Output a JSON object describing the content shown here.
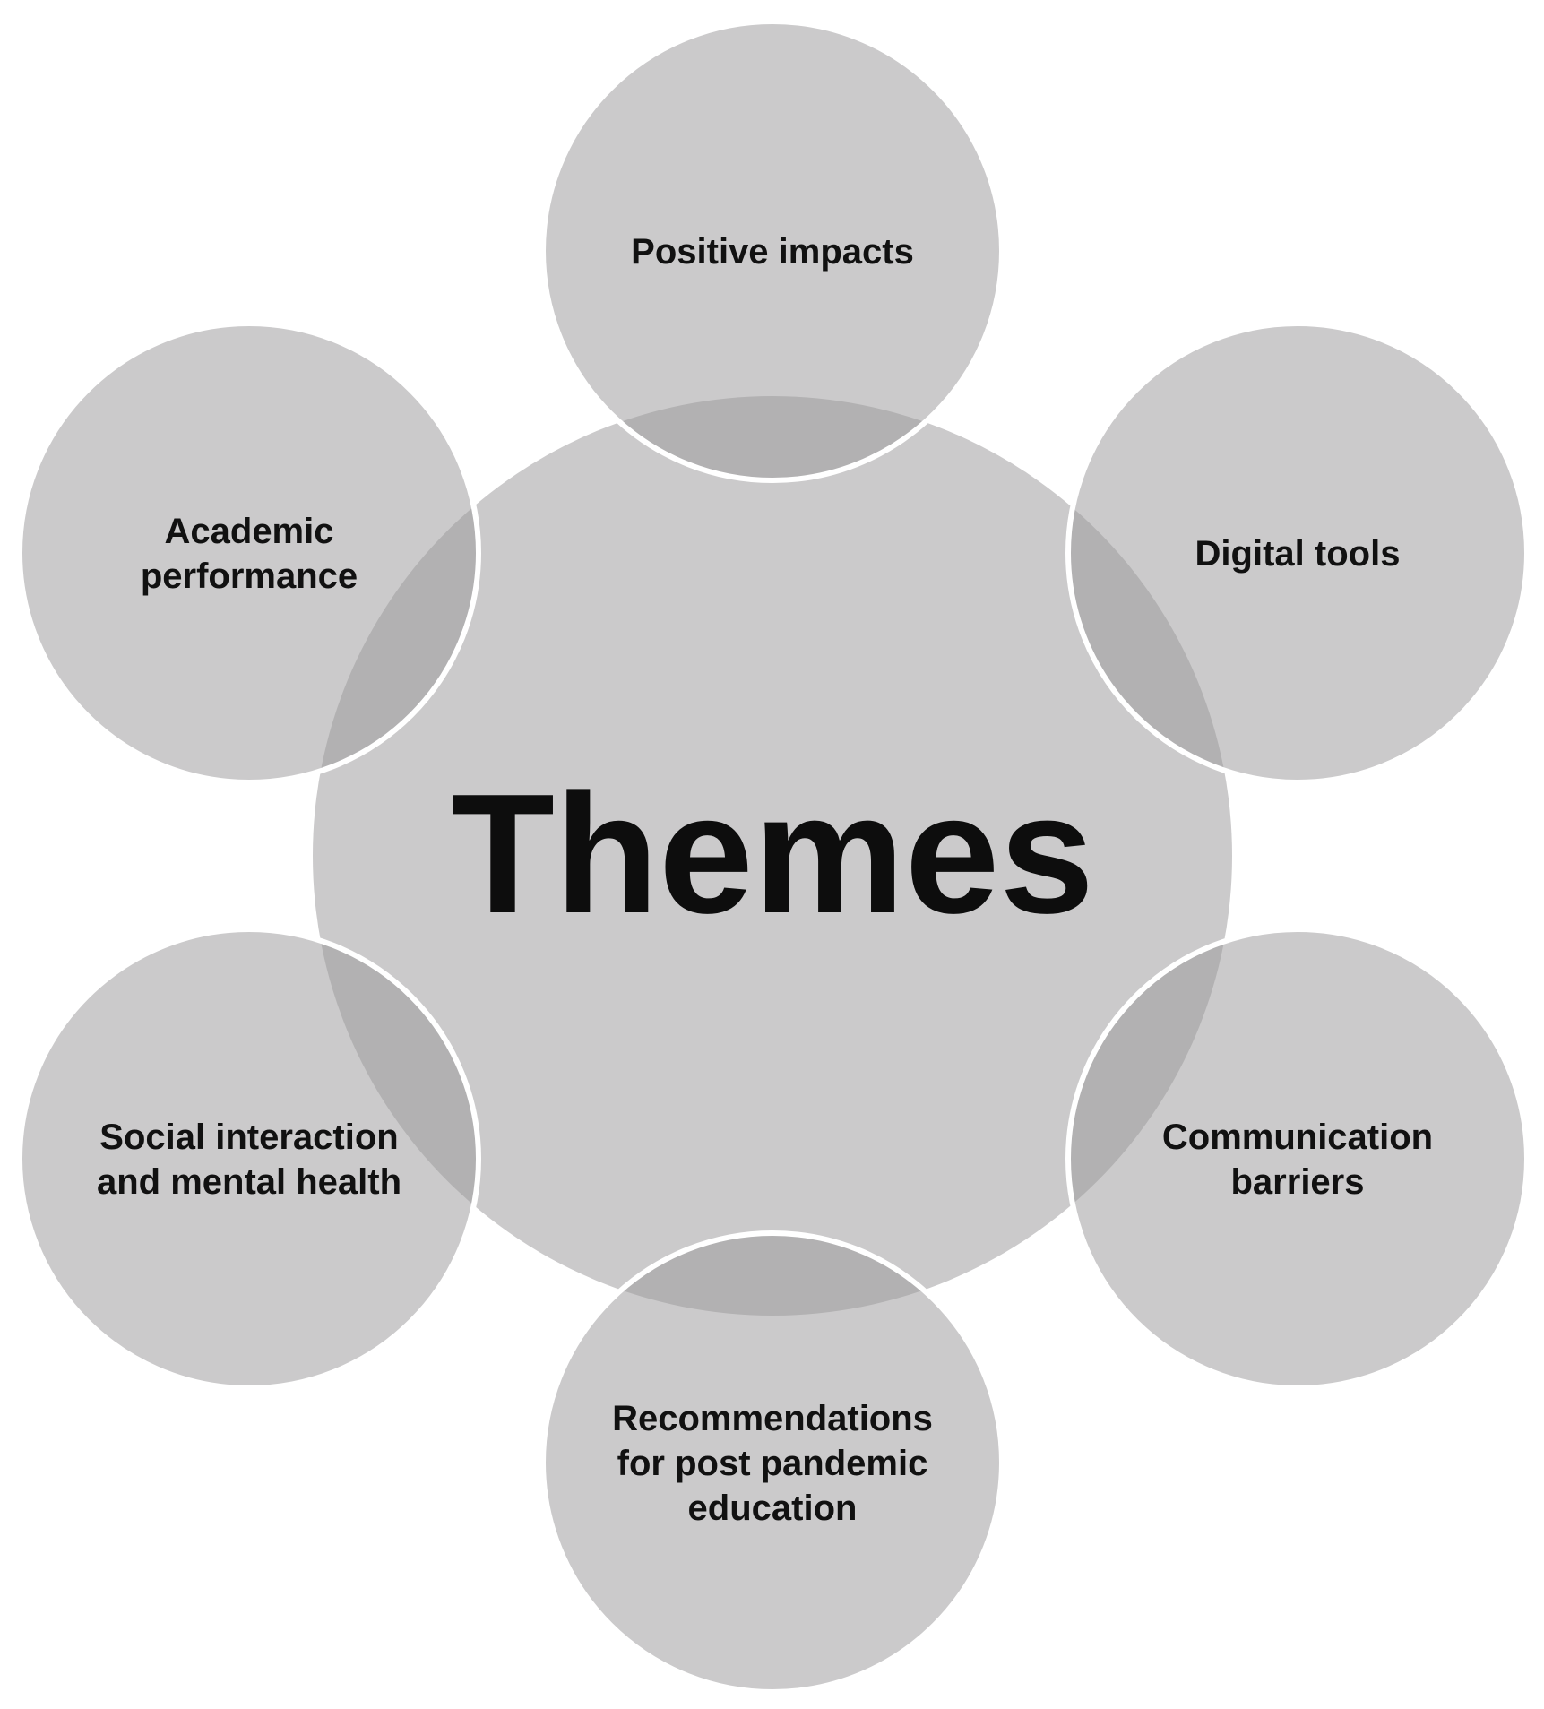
{
  "center": {
    "label": "Themes"
  },
  "nodes": [
    {
      "id": "positive-impacts",
      "lines": [
        "Positive impacts"
      ]
    },
    {
      "id": "digital-tools",
      "lines": [
        "Digital tools"
      ]
    },
    {
      "id": "communication-barriers",
      "lines": [
        "Communication",
        "barriers"
      ]
    },
    {
      "id": "recommendations",
      "lines": [
        "Recommendations",
        "for post pandemic",
        "education"
      ]
    },
    {
      "id": "social-interaction",
      "lines": [
        "Social interaction",
        "and mental health"
      ]
    },
    {
      "id": "academic-performance",
      "lines": [
        "Academic",
        "performance"
      ]
    }
  ],
  "colors": {
    "circle_fill": "#cbcacb",
    "overlap_fill": "#b2b1b2",
    "circle_stroke": "#ffffff",
    "text": "#111111"
  }
}
